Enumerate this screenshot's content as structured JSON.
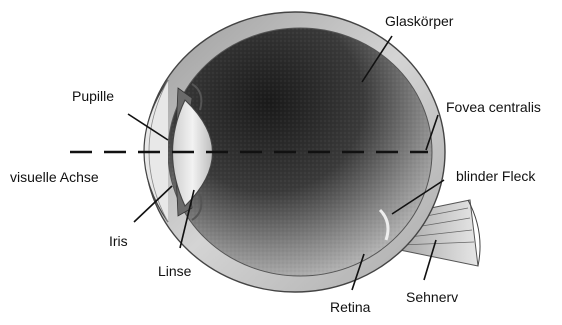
{
  "labels": {
    "glaskorper": "Glaskörper",
    "pupille": "Pupille",
    "fovea": "Fovea centralis",
    "visuelle_achse": "visuelle Achse",
    "blinder_fleck": "blinder Fleck",
    "iris": "Iris",
    "linse": "Linse",
    "retina": "Retina",
    "sehnerv": "Sehnerv"
  },
  "colors": {
    "background": "#ffffff",
    "ink": "#111111",
    "sclera": "#d8d8d8",
    "vitreous_dark": "#1f1f1f",
    "vitreous_light": "#bdbdbd"
  }
}
